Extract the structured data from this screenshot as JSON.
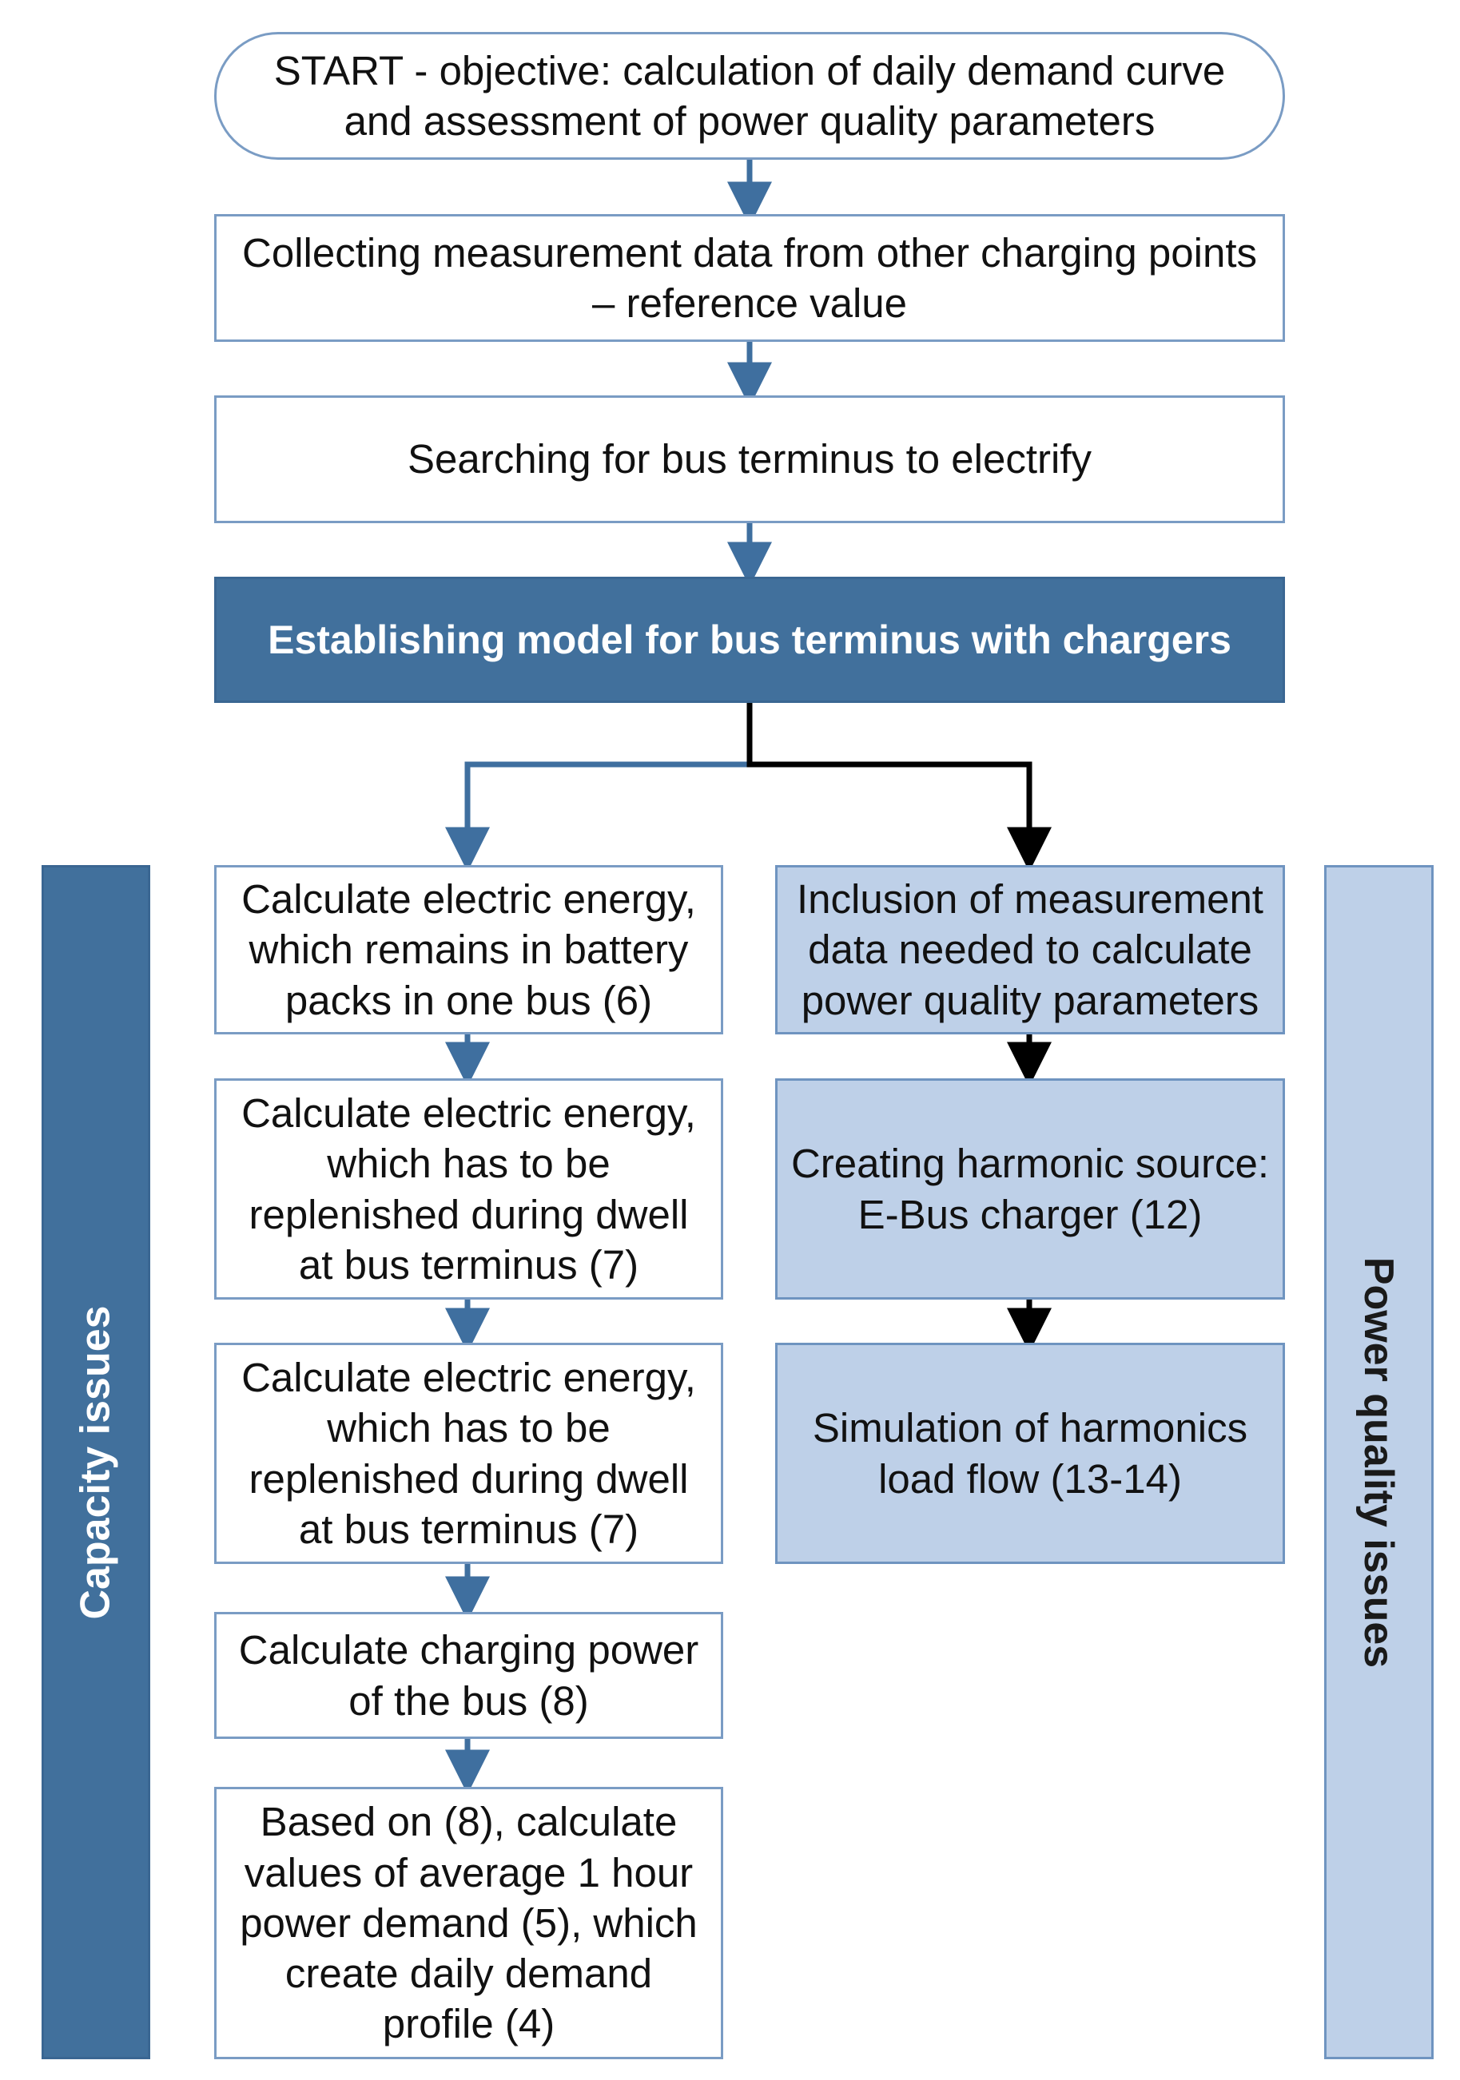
{
  "diagram": {
    "start": "START - objective: calculation of daily demand curve\nand assessment of power quality parameters",
    "collect": "Collecting measurement data from other charging points\n– reference value",
    "search": "Searching for bus terminus to electrify",
    "model": "Establishing model for bus terminus with chargers",
    "left_branch": {
      "band_label": "Capacity issues",
      "steps": [
        "Calculate electric energy,\nwhich remains in battery\npacks in one bus (6)",
        "Calculate electric energy,\nwhich has to be\nreplenished during dwell\nat bus terminus (7)",
        "Calculate electric energy,\nwhich has to be\nreplenished during dwell\nat bus terminus (7)",
        "Calculate charging power\nof the bus (8)",
        "Based on (8), calculate\nvalues of average 1 hour\npower demand (5), which\ncreate daily demand\nprofile (4)"
      ]
    },
    "right_branch": {
      "band_label": "Power quality issues",
      "steps": [
        "Inclusion of measurement\ndata needed to calculate\npower quality parameters",
        "Creating harmonic source:\nE-Bus charger (12)",
        "Simulation of harmonics\nload flow (13-14)"
      ]
    },
    "colors": {
      "blue_arrow": "#3f6f9f",
      "black_arrow": "#000000",
      "dark_fill": "#41709c",
      "light_fill": "#bed0e8"
    }
  }
}
